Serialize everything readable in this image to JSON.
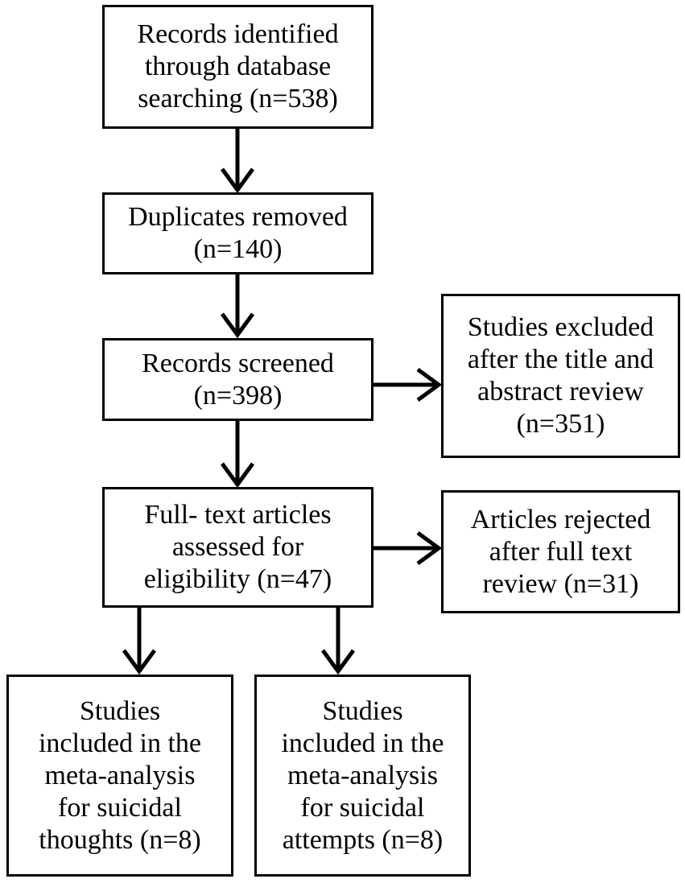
{
  "flowchart": {
    "identified": [
      "Records identified",
      "through database",
      "searching (n=538)"
    ],
    "duplicates": [
      "Duplicates removed",
      "(n=140)"
    ],
    "screened": [
      "Records screened",
      "(n=398)"
    ],
    "excluded": [
      "Studies excluded",
      "after the title and",
      "abstract review",
      "(n=351)"
    ],
    "fulltext": [
      "Full- text articles",
      "assessed for",
      "eligibility (n=47)"
    ],
    "rejected": [
      "Articles rejected",
      "after full text",
      "review (n=31)"
    ],
    "included_thoughts": [
      "Studies",
      "included in the",
      "meta-analysis",
      "for suicidal",
      "thoughts (n=8)"
    ],
    "included_attempts": [
      "Studies",
      "included in the",
      "meta-analysis",
      "for suicidal",
      "attempts (n=8)"
    ]
  },
  "colors": {
    "line": "#000000",
    "box_fill": "#ffffff",
    "text": "#000000"
  }
}
